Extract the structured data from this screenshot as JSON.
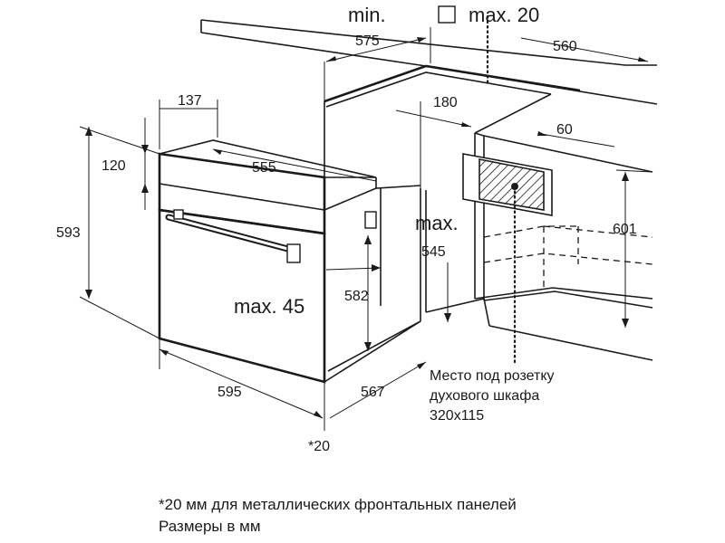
{
  "labels": {
    "min": "min.",
    "max20": "max. 20",
    "max_545_prefix": "max.",
    "max45": "max. 45"
  },
  "dimensions": {
    "d575": "575",
    "d560": "560",
    "d137": "137",
    "d180": "180",
    "d60": "60",
    "d120": "120",
    "d555": "555",
    "d593": "593",
    "d601": "601",
    "d545": "545",
    "d582": "582",
    "d595": "595",
    "d567": "567",
    "d20": "*20"
  },
  "socket_note": {
    "line1": "Место под розетку",
    "line2": "духового шкафа",
    "line3": "320x115"
  },
  "footer": {
    "note": "*20 мм для металлических фронтальных панелей",
    "units": "Размеры в мм"
  }
}
